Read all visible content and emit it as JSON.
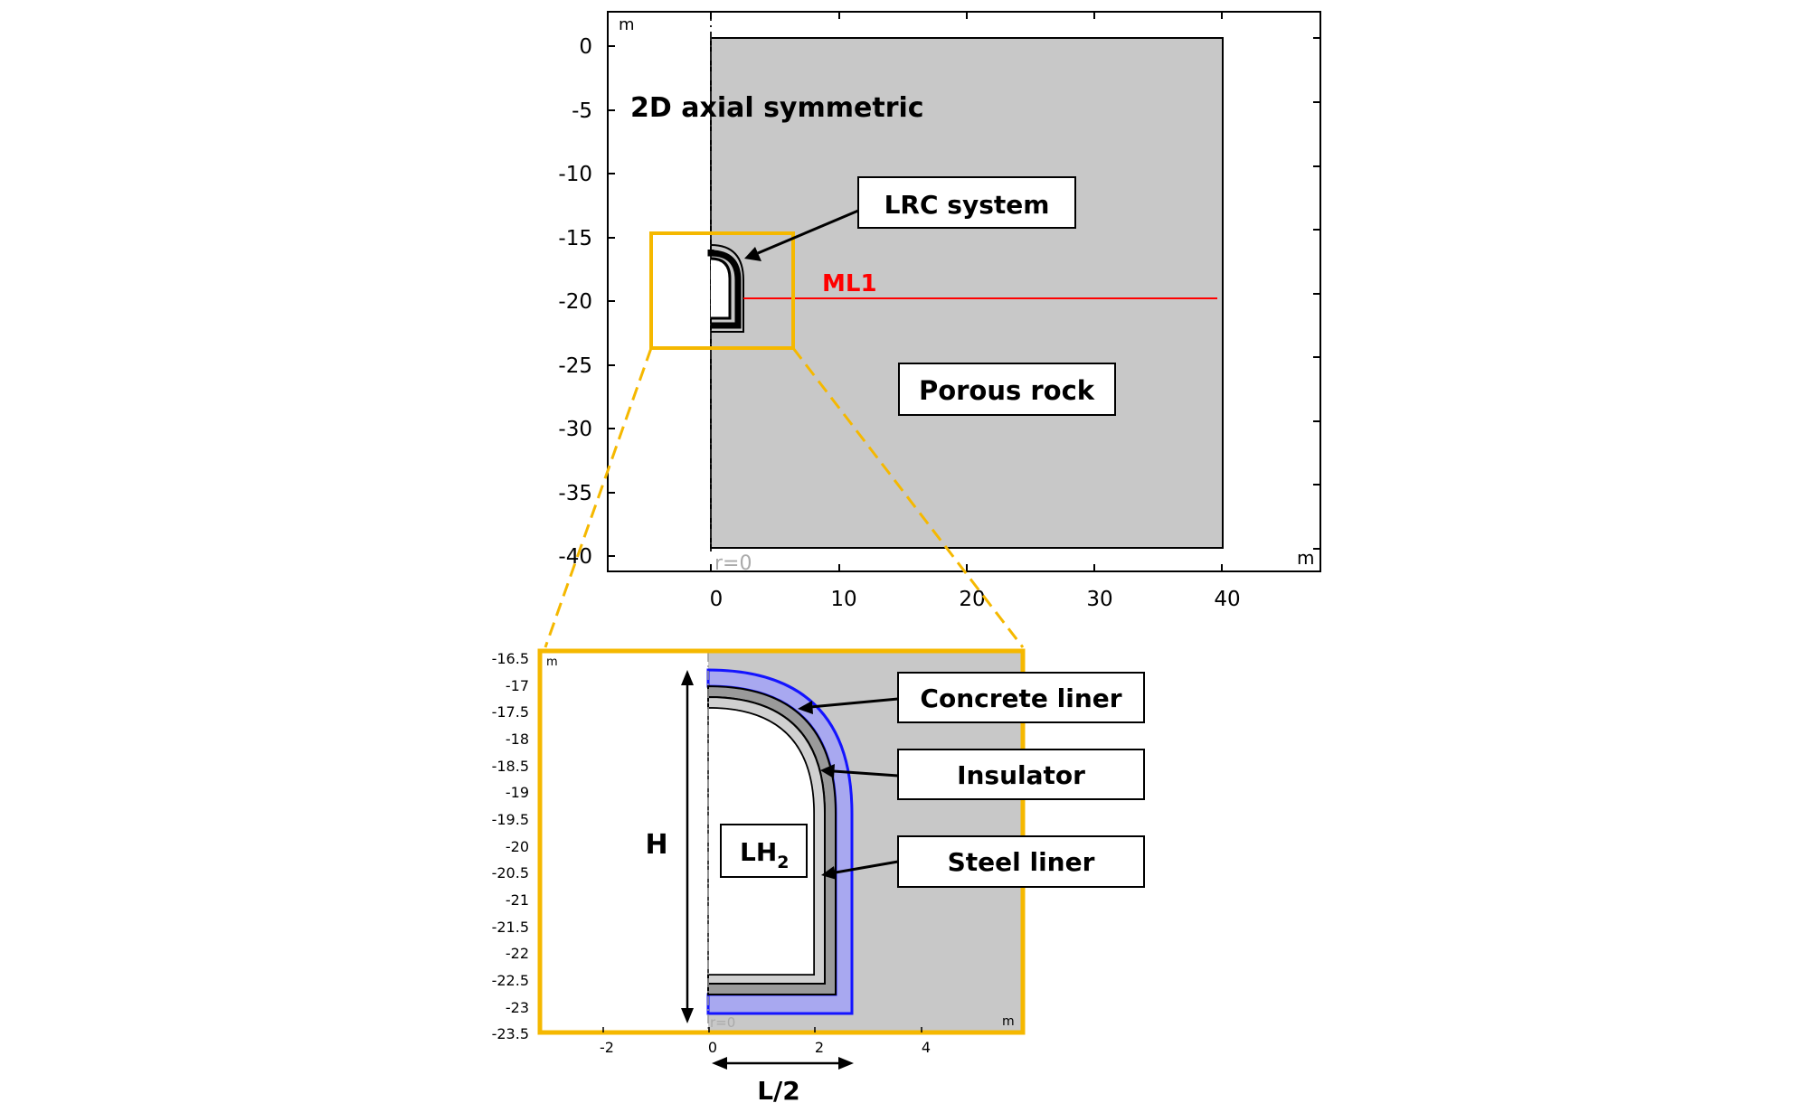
{
  "top_panel": {
    "unit_y": "m",
    "unit_x": "m",
    "y_ticks": [
      "0",
      "-5",
      "-10",
      "-15",
      "-20",
      "-25",
      "-30",
      "-35",
      "-40"
    ],
    "x_ticks": [
      "0",
      "10",
      "20",
      "30",
      "40"
    ],
    "axis_label": "r=0",
    "title": "2D axial symmetric",
    "lrc_label": "LRC system",
    "ml1_label": "ML1",
    "rock_label": "Porous rock"
  },
  "bottom_panel": {
    "unit_y": "m",
    "unit_x": "m",
    "y_ticks": [
      "-16.5",
      "-17",
      "-17.5",
      "-18",
      "-18.5",
      "-19",
      "-19.5",
      "-20",
      "-20.5",
      "-21",
      "-21.5",
      "-22",
      "-22.5",
      "-23",
      "-23.5"
    ],
    "x_ticks": [
      "-2",
      "0",
      "2",
      "4"
    ],
    "axis_label": "r=0",
    "h_label": "H",
    "l_label": "L/2",
    "lh2_main": "LH",
    "lh2_sub": "2",
    "concrete_label": "Concrete liner",
    "insulator_label": "Insulator",
    "steel_label": "Steel liner"
  },
  "colors": {
    "rock": "#c8c8c8",
    "highlight": "#f5b800",
    "ml1": "#ff0000",
    "concrete": "#1414ff",
    "concrete_fill": "#a8a8f0"
  }
}
